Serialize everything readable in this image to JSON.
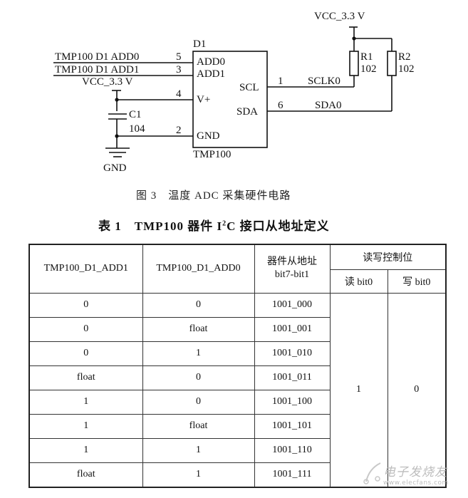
{
  "figure": {
    "schematic": {
      "power_labels": {
        "vcc_left": "VCC_3.3 V",
        "vcc_right": "VCC_3.3 V",
        "gnd": "GND"
      },
      "net_labels": {
        "add0": "TMP100 D1 ADD0",
        "add1": "TMP100 D1 ADD1",
        "sclk": "SCLK0",
        "sda": "SDA0"
      },
      "ic": {
        "designator": "D1",
        "part": "TMP100",
        "pins": [
          {
            "name": "ADD0",
            "number": "5"
          },
          {
            "name": "ADD1",
            "number": "3"
          },
          {
            "name": "V+",
            "number": "4"
          },
          {
            "name": "GND",
            "number": "2"
          },
          {
            "name": "SCL",
            "number": "1"
          },
          {
            "name": "SDA",
            "number": "6"
          }
        ]
      },
      "capacitor": {
        "designator": "C1",
        "value": "104"
      },
      "resistors": [
        {
          "designator": "R1",
          "value": "102"
        },
        {
          "designator": "R2",
          "value": "102"
        }
      ]
    },
    "caption": "图 3　温度 ADC 采集硬件电路"
  },
  "table": {
    "title_prefix": "表 1　TMP100 器件 I",
    "title_sup": "2",
    "title_suffix": "C 接口从地址定义",
    "headers": {
      "col1": "TMP100_D1_ADD1",
      "col2": "TMP100_D1_ADD0",
      "col3_line1": "器件从地址",
      "col3_line2": "bit7-bit1",
      "group": "读写控制位",
      "read": "读 bit0",
      "write": "写 bit0"
    },
    "rows": [
      {
        "add1": "0",
        "add0": "0",
        "addr": "1001_000"
      },
      {
        "add1": "0",
        "add0": "float",
        "addr": "1001_001"
      },
      {
        "add1": "0",
        "add0": "1",
        "addr": "1001_010"
      },
      {
        "add1": "float",
        "add0": "0",
        "addr": "1001_011"
      },
      {
        "add1": "1",
        "add0": "0",
        "addr": "1001_100"
      },
      {
        "add1": "1",
        "add0": "float",
        "addr": "1001_101"
      },
      {
        "add1": "1",
        "add0": "1",
        "addr": "1001_110"
      },
      {
        "add1": "float",
        "add0": "1",
        "addr": "1001_111"
      }
    ],
    "read_bit_value": "1",
    "write_bit_value": "0"
  },
  "watermark": {
    "main": "电子发烧友",
    "sub": "www.elecfans.com"
  }
}
